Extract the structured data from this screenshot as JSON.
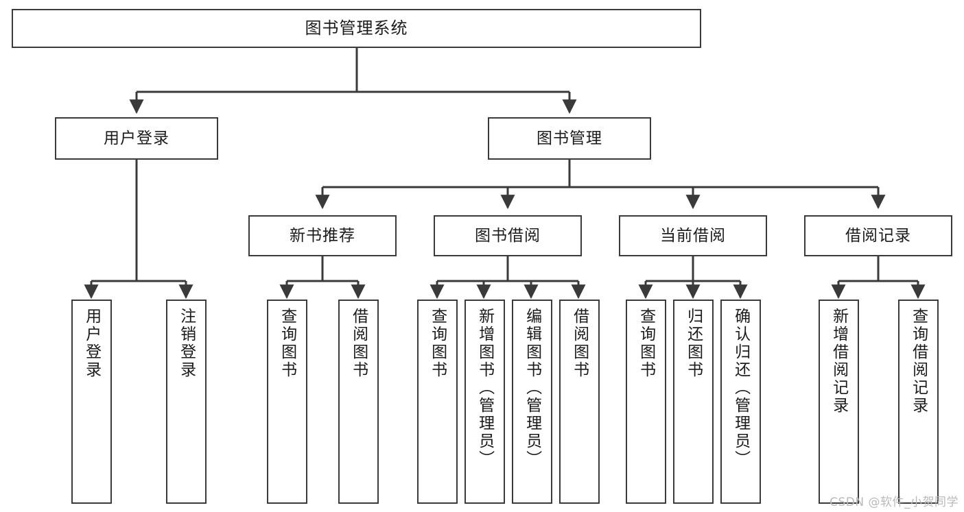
{
  "diagram": {
    "title": "图书管理系统",
    "type": "tree",
    "watermark": "CSDN @软件_小贺同学",
    "colors": {
      "node_border": "#3a3a3a",
      "node_fill": "#ffffff",
      "edge": "#3a3a3a",
      "text": "#1b1b1b",
      "watermark": "#b9b9b9",
      "background": "#ffffff"
    },
    "nodes": {
      "root": {
        "label": "图书管理系统"
      },
      "level2": [
        {
          "id": "user-login",
          "label": "用户登录"
        },
        {
          "id": "book-manage",
          "label": "图书管理"
        }
      ],
      "level3": [
        {
          "id": "new-book-recommend",
          "label": "新书推荐"
        },
        {
          "id": "book-borrow",
          "label": "图书借阅"
        },
        {
          "id": "current-borrow",
          "label": "当前借阅"
        },
        {
          "id": "borrow-record",
          "label": "借阅记录"
        }
      ],
      "leaves": {
        "user_login": [
          {
            "id": "leaf-user-login",
            "label": "用户登录"
          },
          {
            "id": "leaf-logout-login",
            "label": "注销登录"
          }
        ],
        "new_book_recommend": [
          {
            "id": "leaf-query-book-1",
            "label": "查询图书"
          },
          {
            "id": "leaf-borrow-book-1",
            "label": "借阅图书"
          }
        ],
        "book_borrow": [
          {
            "id": "leaf-query-book-2",
            "label": "查询图书"
          },
          {
            "id": "leaf-add-book",
            "label": "新增图书（管理员）"
          },
          {
            "id": "leaf-edit-book",
            "label": "编辑图书（管理员）"
          },
          {
            "id": "leaf-borrow-book-2",
            "label": "借阅图书"
          }
        ],
        "current_borrow": [
          {
            "id": "leaf-query-book-3",
            "label": "查询图书"
          },
          {
            "id": "leaf-return-book",
            "label": "归还图书"
          },
          {
            "id": "leaf-confirm-return",
            "label": "确认归还（管理员）"
          }
        ],
        "borrow_record": [
          {
            "id": "leaf-add-record",
            "label": "新增借阅记录"
          },
          {
            "id": "leaf-query-record",
            "label": "查询借阅记录"
          }
        ]
      }
    }
  }
}
